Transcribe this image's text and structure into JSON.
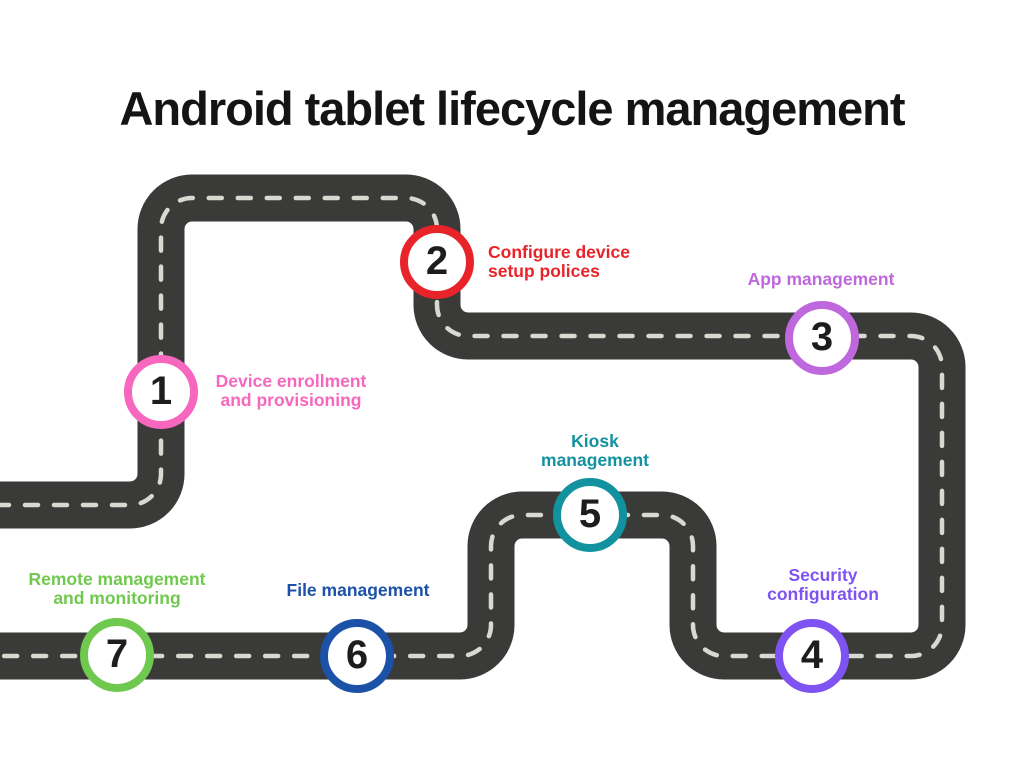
{
  "title": "Android tablet lifecycle management",
  "road": {
    "color": "#3a3a38",
    "dash_color": "#d8d9d1"
  },
  "milestones": [
    {
      "number": "1",
      "label": "Device enrollment\nand provisioning",
      "color": "#f767be"
    },
    {
      "number": "2",
      "label": "Configure device\nsetup polices",
      "color": "#e9232a"
    },
    {
      "number": "3",
      "label": "App management",
      "color": "#bf68dd"
    },
    {
      "number": "4",
      "label": "Security\nconfiguration",
      "color": "#7e53f1"
    },
    {
      "number": "5",
      "label": "Kiosk\nmanagement",
      "color": "#12929e"
    },
    {
      "number": "6",
      "label": "File management",
      "color": "#1c51a8"
    },
    {
      "number": "7",
      "label": "Remote management\nand monitoring",
      "color": "#70c94f"
    }
  ]
}
